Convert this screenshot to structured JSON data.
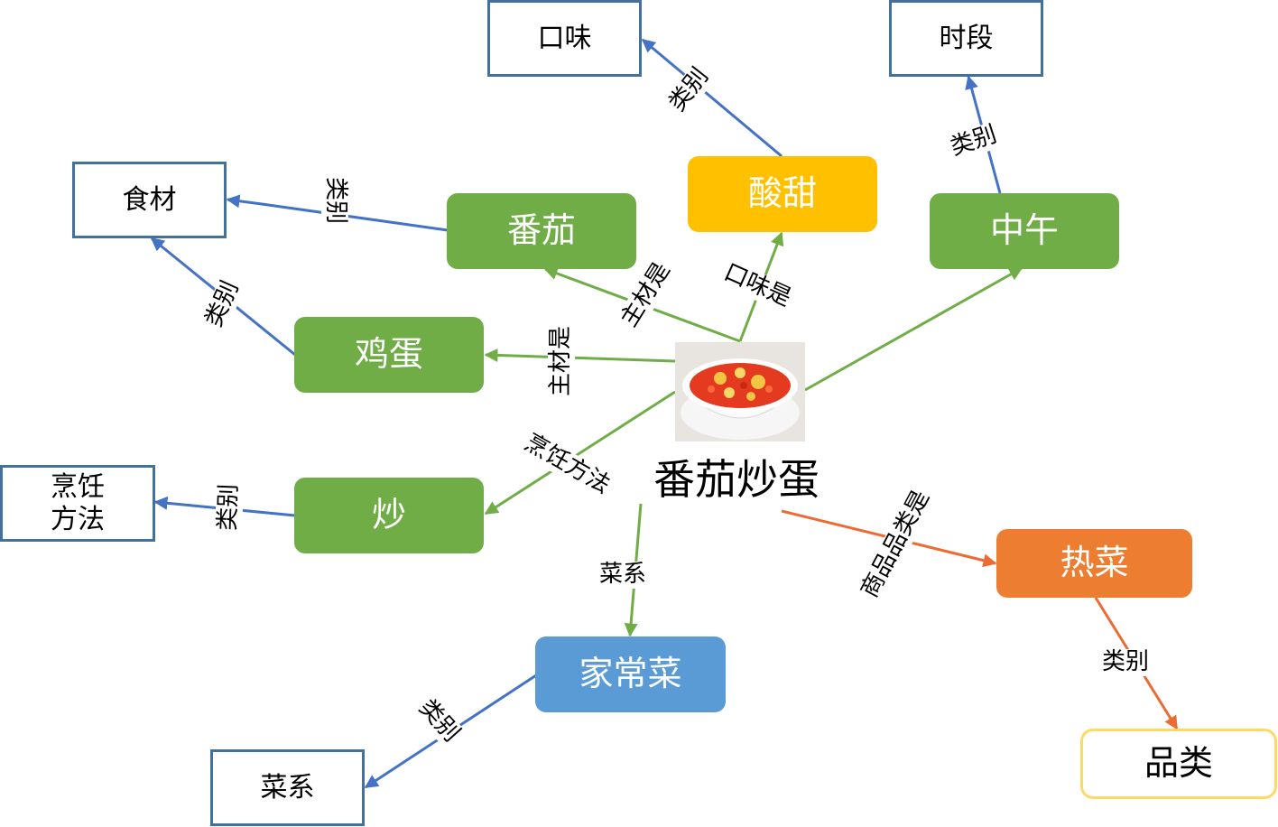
{
  "center": {
    "title": "番茄炒蛋",
    "image_icon": "tomato-egg-bowl-photo"
  },
  "nodes": {
    "tomato": "番茄",
    "egg": "鸡蛋",
    "stir_fry": "炒",
    "sweet_sour": "酸甜",
    "noon": "中午",
    "home_cooking": "家常菜",
    "hot_dish": "热菜"
  },
  "categories": {
    "ingredient": "食材",
    "flavor": "口味",
    "time_period": "时段",
    "cooking_method": "烹饪\n方法",
    "cuisine": "菜系",
    "product_category": "品类"
  },
  "edge_labels": {
    "main_ingredient_tomato": "主材是",
    "main_ingredient_egg": "主材是",
    "flavor_is": "口味是",
    "cooking_method": "烹饪方法",
    "cuisine": "菜系",
    "product_category_is": "商品品类是",
    "category_tomato": "类别",
    "category_egg": "类别",
    "category_sweet_sour": "类别",
    "category_noon": "类别",
    "category_stir_fry": "类别",
    "category_home_cooking": "类别",
    "category_hot_dish": "类别"
  },
  "colors": {
    "green": "#70ad47",
    "yellow": "#ffc000",
    "blue": "#5b9bd5",
    "orange": "#ed7d31",
    "link_blue": "#4472c4",
    "link_orange": "#ed6a33",
    "category_border": "#41719c"
  }
}
